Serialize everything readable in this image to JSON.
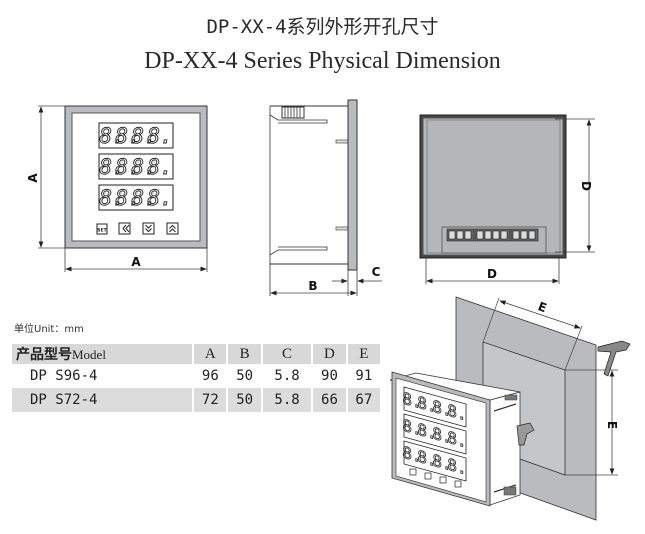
{
  "title": {
    "chinese": "DP-XX-4系列外形开孔尺寸",
    "english": "DP-XX-4 Series Physical Dimension"
  },
  "unit_label": "单位Unit：mm",
  "table": {
    "headers": {
      "model_cn": "产品型号",
      "model_en": "Model",
      "columns": [
        "A",
        "B",
        "C",
        "D",
        "E"
      ]
    },
    "rows": [
      {
        "model": "DP  S96-4",
        "A": "96",
        "B": "50",
        "C": "5.8",
        "D": "90",
        "E": "91"
      },
      {
        "model": "DP  S72-4",
        "A": "72",
        "B": "50",
        "C": "5.8",
        "D": "66",
        "E": "67"
      }
    ]
  },
  "views": {
    "front": {
      "dimension_labels": [
        "A",
        "A"
      ],
      "display_rows": 3,
      "digits_per_row": 4,
      "digit_glyph": "8.",
      "buttons": [
        {
          "label": "SET",
          "icon": "set-button"
        },
        {
          "label": "«",
          "icon": "shift-left-icon"
        },
        {
          "label": "∨",
          "icon": "down-arrow-icon"
        },
        {
          "label": "∧",
          "icon": "up-arrow-icon"
        }
      ]
    },
    "side": {
      "dimension_labels": [
        "B",
        "C"
      ]
    },
    "back": {
      "dimension_labels": [
        "D",
        "D"
      ],
      "terminal_groups": [
        3,
        4,
        3
      ]
    },
    "isometric": {
      "dimension_labels": [
        "E",
        "E"
      ]
    }
  },
  "colors": {
    "bezel": "#b9bbbf",
    "back_panel": "#b4b6ba",
    "line": "#222222",
    "table_header": "#d8d8d8",
    "table_alt_row": "#dcdcdc"
  }
}
